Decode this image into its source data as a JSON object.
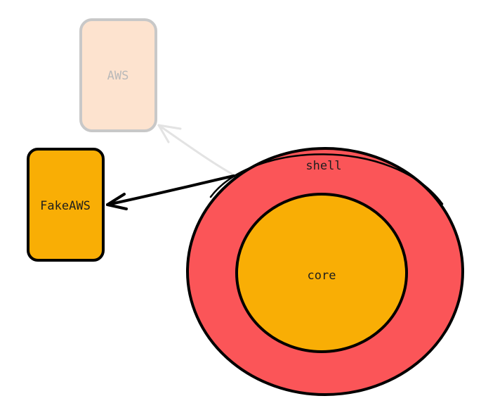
{
  "nodes": {
    "aws": {
      "label": "AWS",
      "fill": "#fde3cf",
      "stroke": "#c8c8c8",
      "text_color": "#b9b9b9"
    },
    "fake_aws": {
      "label": "FakeAWS",
      "fill": "#f9ae05",
      "stroke": "#000000",
      "text_color": "#1e1e1e"
    },
    "shell": {
      "label": "shell",
      "fill": "#fb5558",
      "stroke": "#000000",
      "text_color": "#1e1e1e"
    },
    "core": {
      "label": "core",
      "fill": "#f9ae05",
      "stroke": "#000000",
      "text_color": "#1e1e1e"
    }
  },
  "edges": [
    {
      "from": "shell",
      "to": "aws",
      "color": "#e3e3e3"
    },
    {
      "from": "shell",
      "to": "fake_aws",
      "color": "#000000"
    }
  ]
}
